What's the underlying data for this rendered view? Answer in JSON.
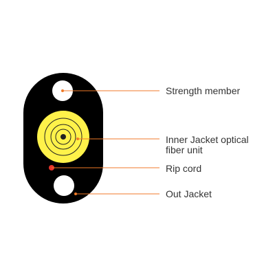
{
  "callouts": [
    {
      "id": "strength-member",
      "label": "Strength member"
    },
    {
      "id": "inner-jacket",
      "label": "Inner Jacket optical\nfiber unit"
    },
    {
      "id": "rip-cord",
      "label": "Rip cord"
    },
    {
      "id": "out-jacket",
      "label": "Out Jacket"
    }
  ],
  "colors": {
    "jacket": "#000000",
    "fiber_unit": "#fff24a",
    "fiber_rings": "#222222",
    "leader_line": "#f07a28",
    "rip_cord": "#e8352b",
    "label_text": "#333333",
    "hole": "#ffffff"
  }
}
